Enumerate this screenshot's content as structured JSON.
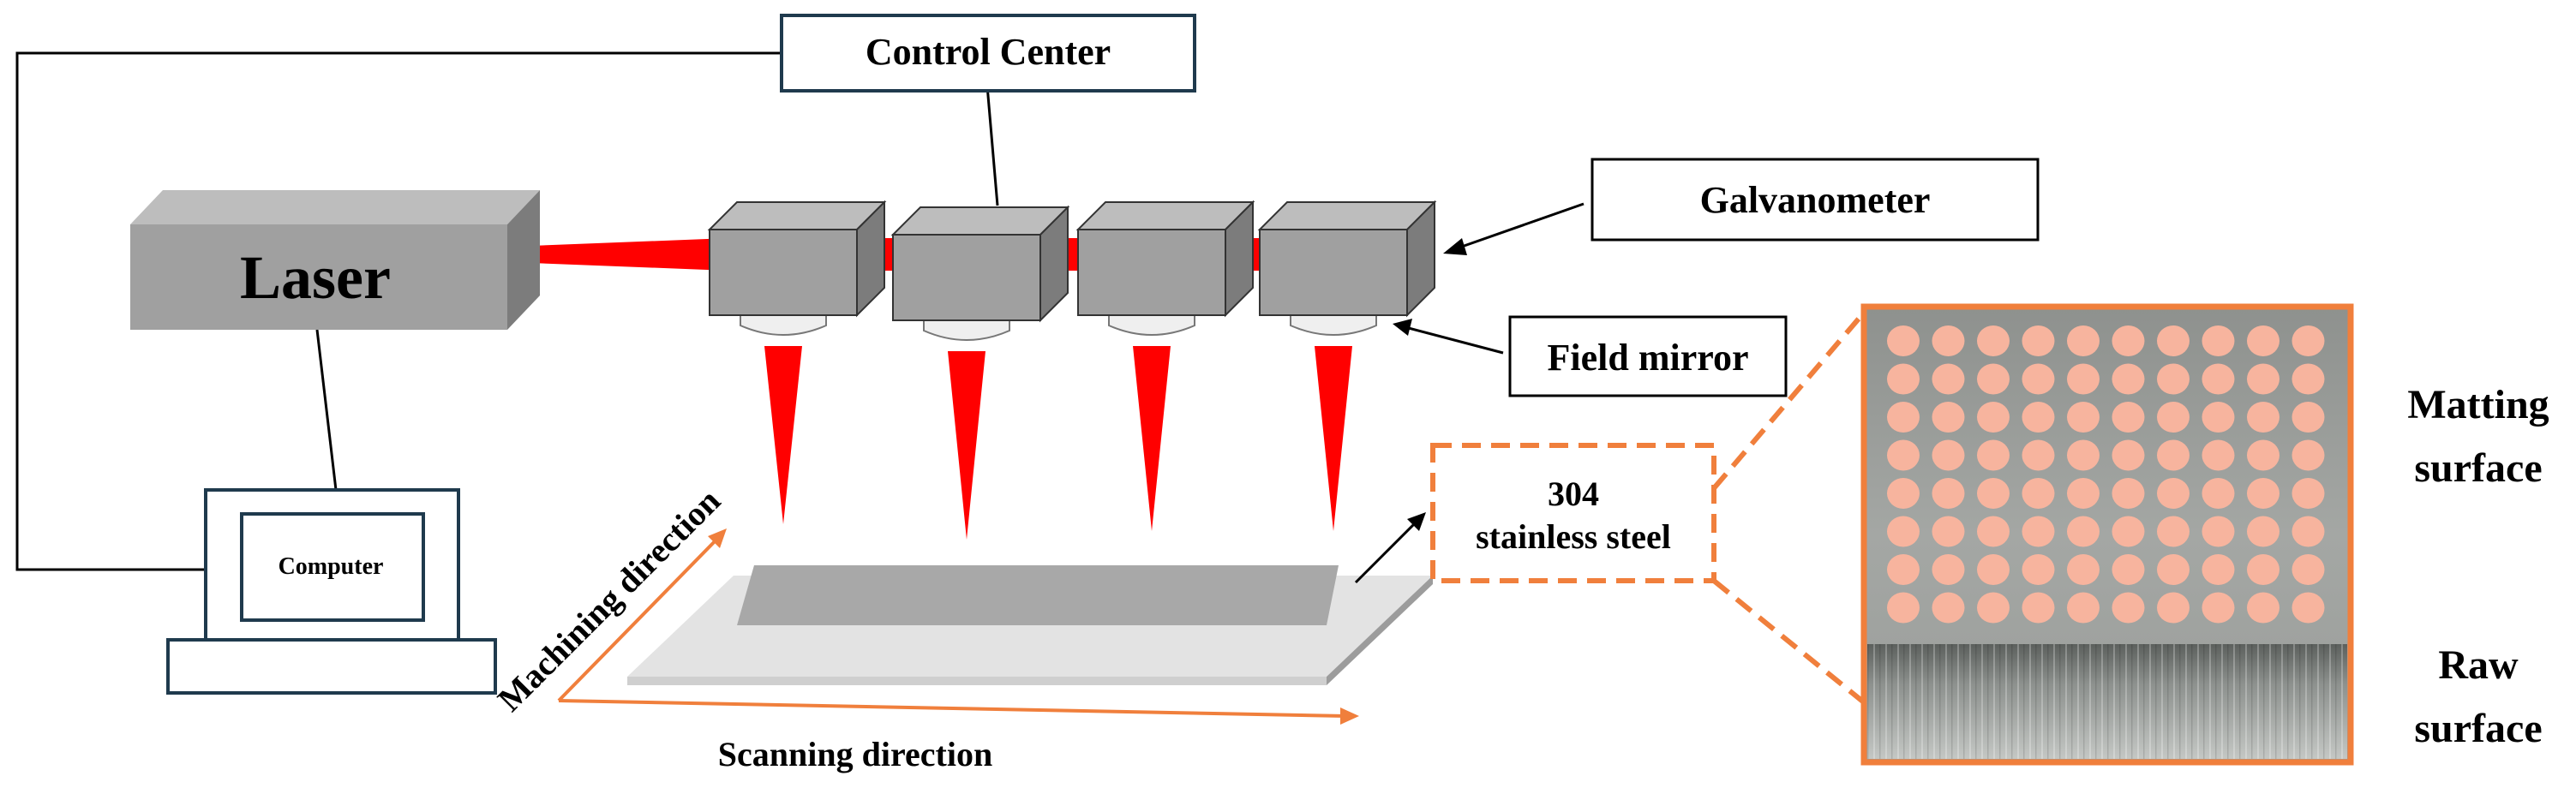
{
  "labels": {
    "control_center": "Control Center",
    "laser": "Laser",
    "galvanometer": "Galvanometer",
    "field_mirror": "Field mirror",
    "computer": "Computer",
    "material_line1": "304",
    "material_line2": "stainless steel",
    "machining_direction": "Machining direction",
    "scanning_direction": "Scanning direction",
    "matting_line1": "Matting",
    "matting_line2": "surface",
    "raw_line1": "Raw",
    "raw_line2": "surface"
  },
  "colors": {
    "beam": "#ff0000",
    "box_face": "#a0a0a0",
    "box_top": "#bdbdbd",
    "box_side": "#7c7c7c",
    "outline_box": "#1f3a4d",
    "orange": "#f07f3c",
    "dot": "#f7b49e",
    "plate_top": "#e3e3e3",
    "plate_inset": "#a8a8a8"
  },
  "galvanometer_count": 4,
  "dot_grid": {
    "rows": 8,
    "cols": 10
  }
}
